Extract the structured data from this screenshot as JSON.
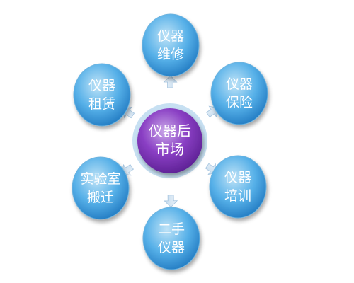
{
  "colors": {
    "background": "#ffffff",
    "node_light": "#bfe3f7",
    "node_mid": "#56b0e8",
    "node_dark": "#1f78c0",
    "node_edge": "#6db3df",
    "center_light": "#c9a6e8",
    "center_mid": "#8a3fc4",
    "center_dark": "#5a1f91",
    "center_ring": "#b9d8ef",
    "arrow_fill": "#c6dcee",
    "arrow_edge": "#a5c4df",
    "label_text": "#ffffff"
  },
  "center": {
    "lines": [
      "仪器后",
      "市场"
    ]
  },
  "nodes": [
    {
      "id": "repair",
      "lines": [
        "仪器",
        "维修"
      ]
    },
    {
      "id": "insurance",
      "lines": [
        "仪器",
        "保险"
      ]
    },
    {
      "id": "training",
      "lines": [
        "仪器",
        "培训"
      ]
    },
    {
      "id": "second-hand",
      "lines": [
        "二手",
        "仪器"
      ]
    },
    {
      "id": "lab-relocation",
      "lines": [
        "实验室",
        "搬迁"
      ]
    },
    {
      "id": "rental",
      "lines": [
        "仪器",
        "租赁"
      ]
    }
  ]
}
